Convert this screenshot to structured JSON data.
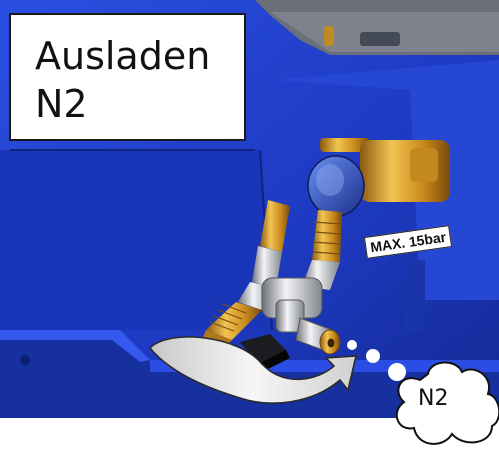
{
  "title": {
    "line1": "Ausladen",
    "line2": "N2"
  },
  "valve_label": "MAX. 15bar",
  "cloud_label": "N2",
  "colors": {
    "machine_blue": "#1f3fc4",
    "brass": "#d9a02a",
    "arrow_fill": "#e8e8e8"
  }
}
